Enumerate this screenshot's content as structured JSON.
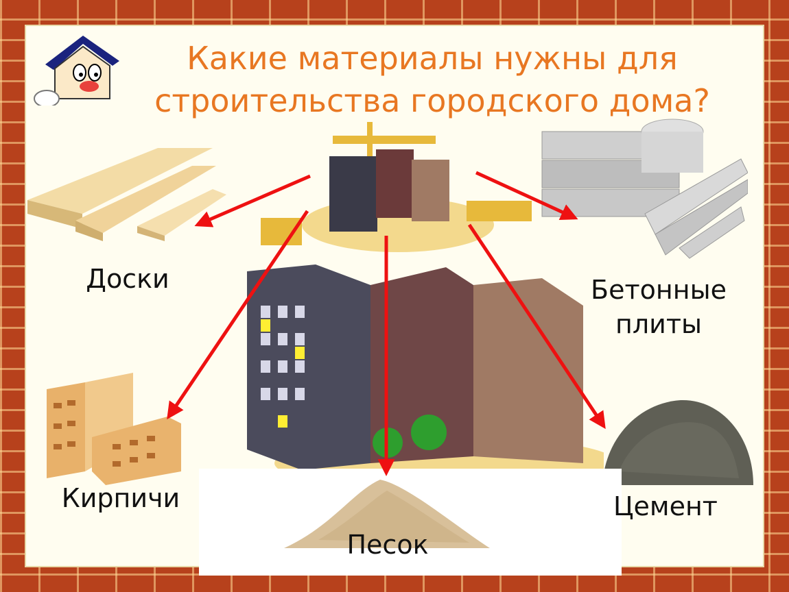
{
  "slide": {
    "title_line1": "Какие материалы нужны для",
    "title_line2": "строительства городского  дома?",
    "materials": {
      "boards": "Доски",
      "concrete_line1": "Бетонные",
      "concrete_line2": "плиты",
      "bricks": "Кирпичи",
      "cement": "Цемент",
      "sand": "Песок"
    }
  },
  "colors": {
    "title": "#e87722",
    "arrow": "#ee1111",
    "brick": "#b7411c"
  },
  "icons": [
    "house-mascot-icon",
    "crane-icon",
    "boards-image",
    "concrete-slabs-image",
    "bricks-image",
    "cement-pile-image",
    "sand-pile-image",
    "buildings-image"
  ]
}
